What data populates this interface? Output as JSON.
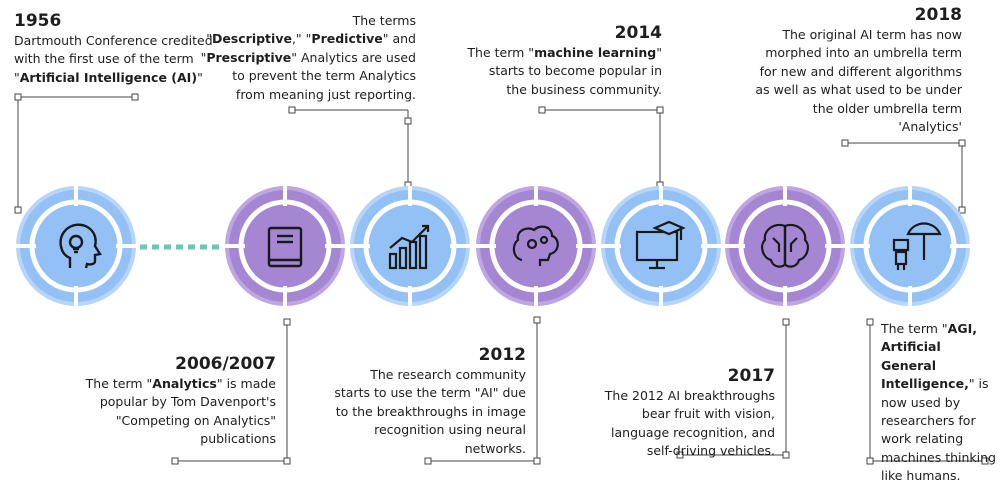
{
  "colors": {
    "light_blue": "#93c0f5",
    "blue_ring": "#b7d4f9",
    "purple": "#a586d3",
    "purple_ring": "#bda6e2",
    "teal_dash": "#6cc7b3"
  },
  "nodes": [
    {
      "kind": "blue",
      "icon": "head-lightbulb-icon"
    },
    {
      "kind": "purple",
      "icon": "book-icon"
    },
    {
      "kind": "blue",
      "icon": "bar-chart-growth-icon"
    },
    {
      "kind": "purple",
      "icon": "brain-gears-icon"
    },
    {
      "kind": "blue",
      "icon": "monitor-graduation-cap-icon"
    },
    {
      "kind": "purple",
      "icon": "circuit-brain-icon"
    },
    {
      "kind": "blue",
      "icon": "robot-umbrella-icon"
    }
  ],
  "events": {
    "e1956": {
      "year": "1956",
      "l1": "Dartmouth Conference credited",
      "l2": "with the first use of the term",
      "l3_q1": "\"",
      "l3_b": "Artificial Intelligence (AI)",
      "l3_q2": "\""
    },
    "eterms": {
      "l1": "The terms",
      "l2_q1": "\"",
      "l2_b1": "Descriptive",
      "l2_m": ",\" \"",
      "l2_b2": "Predictive",
      "l2_e": "\" and",
      "l3_q": "\"",
      "l3_b": "Prescriptive",
      "l3_e": "\" Analytics are used",
      "l4": "to prevent the term Analytics",
      "l5": "from meaning just reporting."
    },
    "e2014": {
      "year": "2014",
      "l1_a": "The term \"",
      "l1_b": "machine learning",
      "l1_c": "\"",
      "l2": "starts to become popular in",
      "l3": "the business community."
    },
    "e2018": {
      "year": "2018",
      "l1": "The original AI term has now",
      "l2": "morphed into an umbrella term",
      "l3": "for new and different algorithms",
      "l4": "as well as what used to be under",
      "l5": "the older umbrella term",
      "l6": "'Analytics'"
    },
    "e2006": {
      "year": "2006/2007",
      "l1_a": "The term \"",
      "l1_b": "Analytics",
      "l1_c": "\" is made",
      "l2": "popular by Tom Davenport's",
      "l3": "\"Competing on Analytics\"",
      "l4": "publications"
    },
    "e2012": {
      "year": "2012",
      "l1": "The research community",
      "l2": "starts to use the term \"AI\" due",
      "l3": "to the breakthroughs in image",
      "l4": "recognition using neural",
      "l5": "networks."
    },
    "e2017": {
      "year": "2017",
      "l1": "The 2012 AI breakthroughs",
      "l2": "bear fruit with vision,",
      "l3": "language recognition, and",
      "l4": "self-driving vehicles."
    },
    "eagi": {
      "l1_a": "The term \"",
      "l1_b": "AGI,",
      "l2_b": "Artificial General",
      "l3_b": "Intelligence,",
      "l3_c": "\" is",
      "l4": "now used by",
      "l5": "researchers for",
      "l6": "work relating",
      "l7": "machines thinking",
      "l8": "like humans."
    }
  }
}
